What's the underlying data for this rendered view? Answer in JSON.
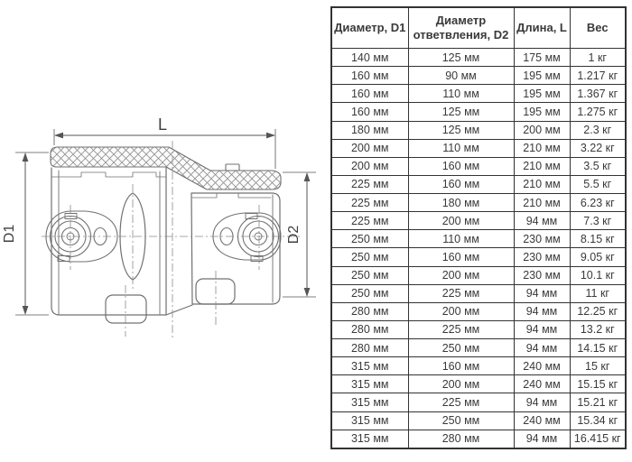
{
  "diagram": {
    "length_label": "L",
    "d1_label": "D1",
    "d2_label": "D2"
  },
  "table": {
    "headers": [
      "Диаметр, D1",
      "Диаметр ответвления, D2",
      "Длина, L",
      "Вес"
    ],
    "rows": [
      [
        "140 мм",
        "125 мм",
        "175 мм",
        "1 кг"
      ],
      [
        "160 мм",
        "90 мм",
        "195 мм",
        "1.217 кг"
      ],
      [
        "160 мм",
        "110 мм",
        "195 мм",
        "1.367 кг"
      ],
      [
        "160 мм",
        "125 мм",
        "195 мм",
        "1.275 кг"
      ],
      [
        "180 мм",
        "125 мм",
        "200 мм",
        "2.3 кг"
      ],
      [
        "200 мм",
        "110 мм",
        "210 мм",
        "3.22 кг"
      ],
      [
        "200 мм",
        "160 мм",
        "210 мм",
        "3.5 кг"
      ],
      [
        "225 мм",
        "160 мм",
        "210 мм",
        "5.5 кг"
      ],
      [
        "225 мм",
        "180 мм",
        "210 мм",
        "6.23 кг"
      ],
      [
        "225 мм",
        "200 мм",
        "94 мм",
        "7.3 кг"
      ],
      [
        "250 мм",
        "110 мм",
        "230 мм",
        "8.15 кг"
      ],
      [
        "250 мм",
        "160 мм",
        "230 мм",
        "9.05 кг"
      ],
      [
        "250 мм",
        "200 мм",
        "230 мм",
        "10.1 кг"
      ],
      [
        "250 мм",
        "225 мм",
        "94 мм",
        "11 кг"
      ],
      [
        "280 мм",
        "200 мм",
        "94 мм",
        "12.25 кг"
      ],
      [
        "280 мм",
        "225 мм",
        "94 мм",
        "13.2 кг"
      ],
      [
        "280 мм",
        "250 мм",
        "94 мм",
        "14.15 кг"
      ],
      [
        "315 мм",
        "160 мм",
        "240 мм",
        "15 кг"
      ],
      [
        "315 мм",
        "200 мм",
        "240 мм",
        "15.15 кг"
      ],
      [
        "315 мм",
        "225 мм",
        "94 мм",
        "15.21 кг"
      ],
      [
        "315 мм",
        "250 мм",
        "240 мм",
        "15.34 кг"
      ],
      [
        "315 мм",
        "280 мм",
        "94 мм",
        "16.415 кг"
      ]
    ]
  },
  "colors": {
    "table_border": "#333333",
    "text": "#3a3a3a",
    "drawing_line": "#707070",
    "centerline": "#8a8a8a",
    "background": "#ffffff"
  }
}
